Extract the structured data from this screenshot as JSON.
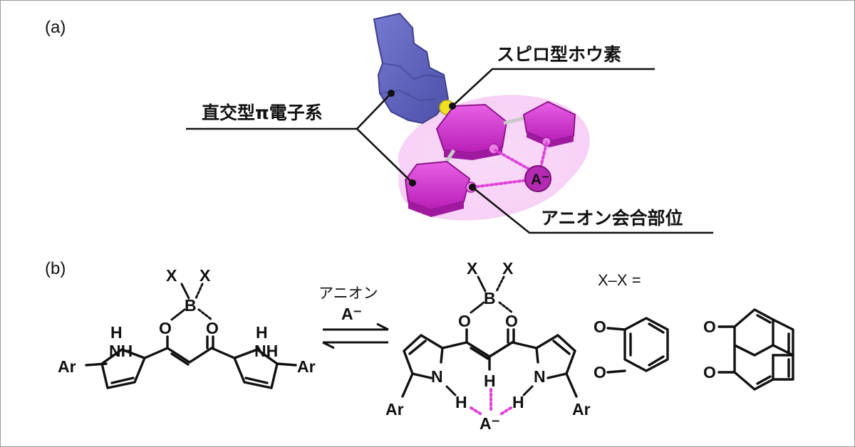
{
  "panel_a": {
    "label": "(a)",
    "callouts": {
      "spiro_boron": "スピロ型ホウ素",
      "orthogonal_pi": "直交型π電子系",
      "anion_site": "アニオン会合部位"
    },
    "model_anion_label": "A⁻"
  },
  "panel_b": {
    "label": "(b)",
    "reaction_label": "アニオン",
    "reagent": "A⁻",
    "definition_label": "X–X =",
    "atoms": {
      "x": "X",
      "b": "B",
      "o": "O",
      "h": "H",
      "nh": "NH",
      "n": "N",
      "ar": "Ar",
      "anion": "A⁻"
    }
  },
  "colors": {
    "model_blue": "#6467c0",
    "model_magenta": "#d030cc",
    "model_glow": "#f4c6f4",
    "boron_yellow": "#f0e020",
    "hbond_pink": "#e040d8"
  }
}
